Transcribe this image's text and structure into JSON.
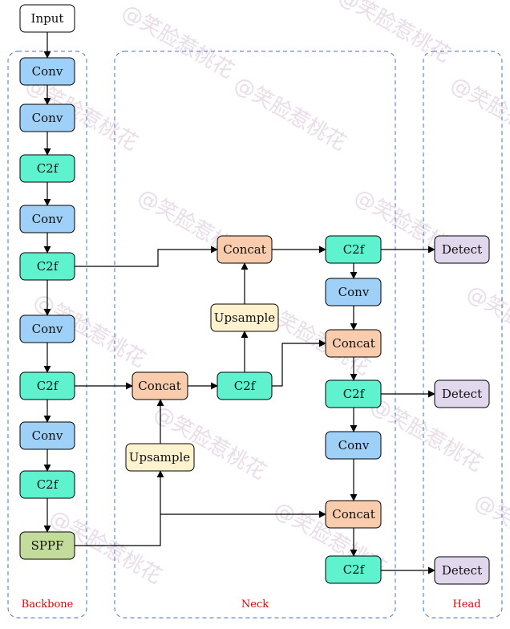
{
  "colors": {
    "input": "#ffffff",
    "conv": "#9fd0f8",
    "c2f": "#5ff2cf",
    "sppf": "#c3dc9b",
    "concat": "#f8ccac",
    "upsample": "#fff3cf",
    "detect": "#e2d8ee",
    "region_border": "#4472c4",
    "region_label": "#e00000"
  },
  "regions": {
    "backbone": "Backbone",
    "neck": "Neck",
    "head": "Head"
  },
  "nodes": {
    "input": "Input",
    "b_conv1": "Conv",
    "b_conv2": "Conv",
    "b_c2f1": "C2f",
    "b_conv3": "Conv",
    "b_c2f2": "C2f",
    "b_conv4": "Conv",
    "b_c2f3": "C2f",
    "b_conv5": "Conv",
    "b_c2f4": "C2f",
    "b_sppf": "SPPF",
    "n_concat1": "Concat",
    "n_upsample1": "Upsample",
    "n_c2f1": "C2f",
    "n_upsample2": "Upsample",
    "n_concat2": "Concat",
    "n_c2f2": "C2f",
    "n_conv1": "Conv",
    "n_concat3": "Concat",
    "n_c2f3": "C2f",
    "n_conv2": "Conv",
    "n_concat4": "Concat",
    "n_c2f4": "C2f",
    "h_detect1": "Detect",
    "h_detect2": "Detect",
    "h_detect3": "Detect"
  },
  "watermark": "@笑脸惹桃花"
}
